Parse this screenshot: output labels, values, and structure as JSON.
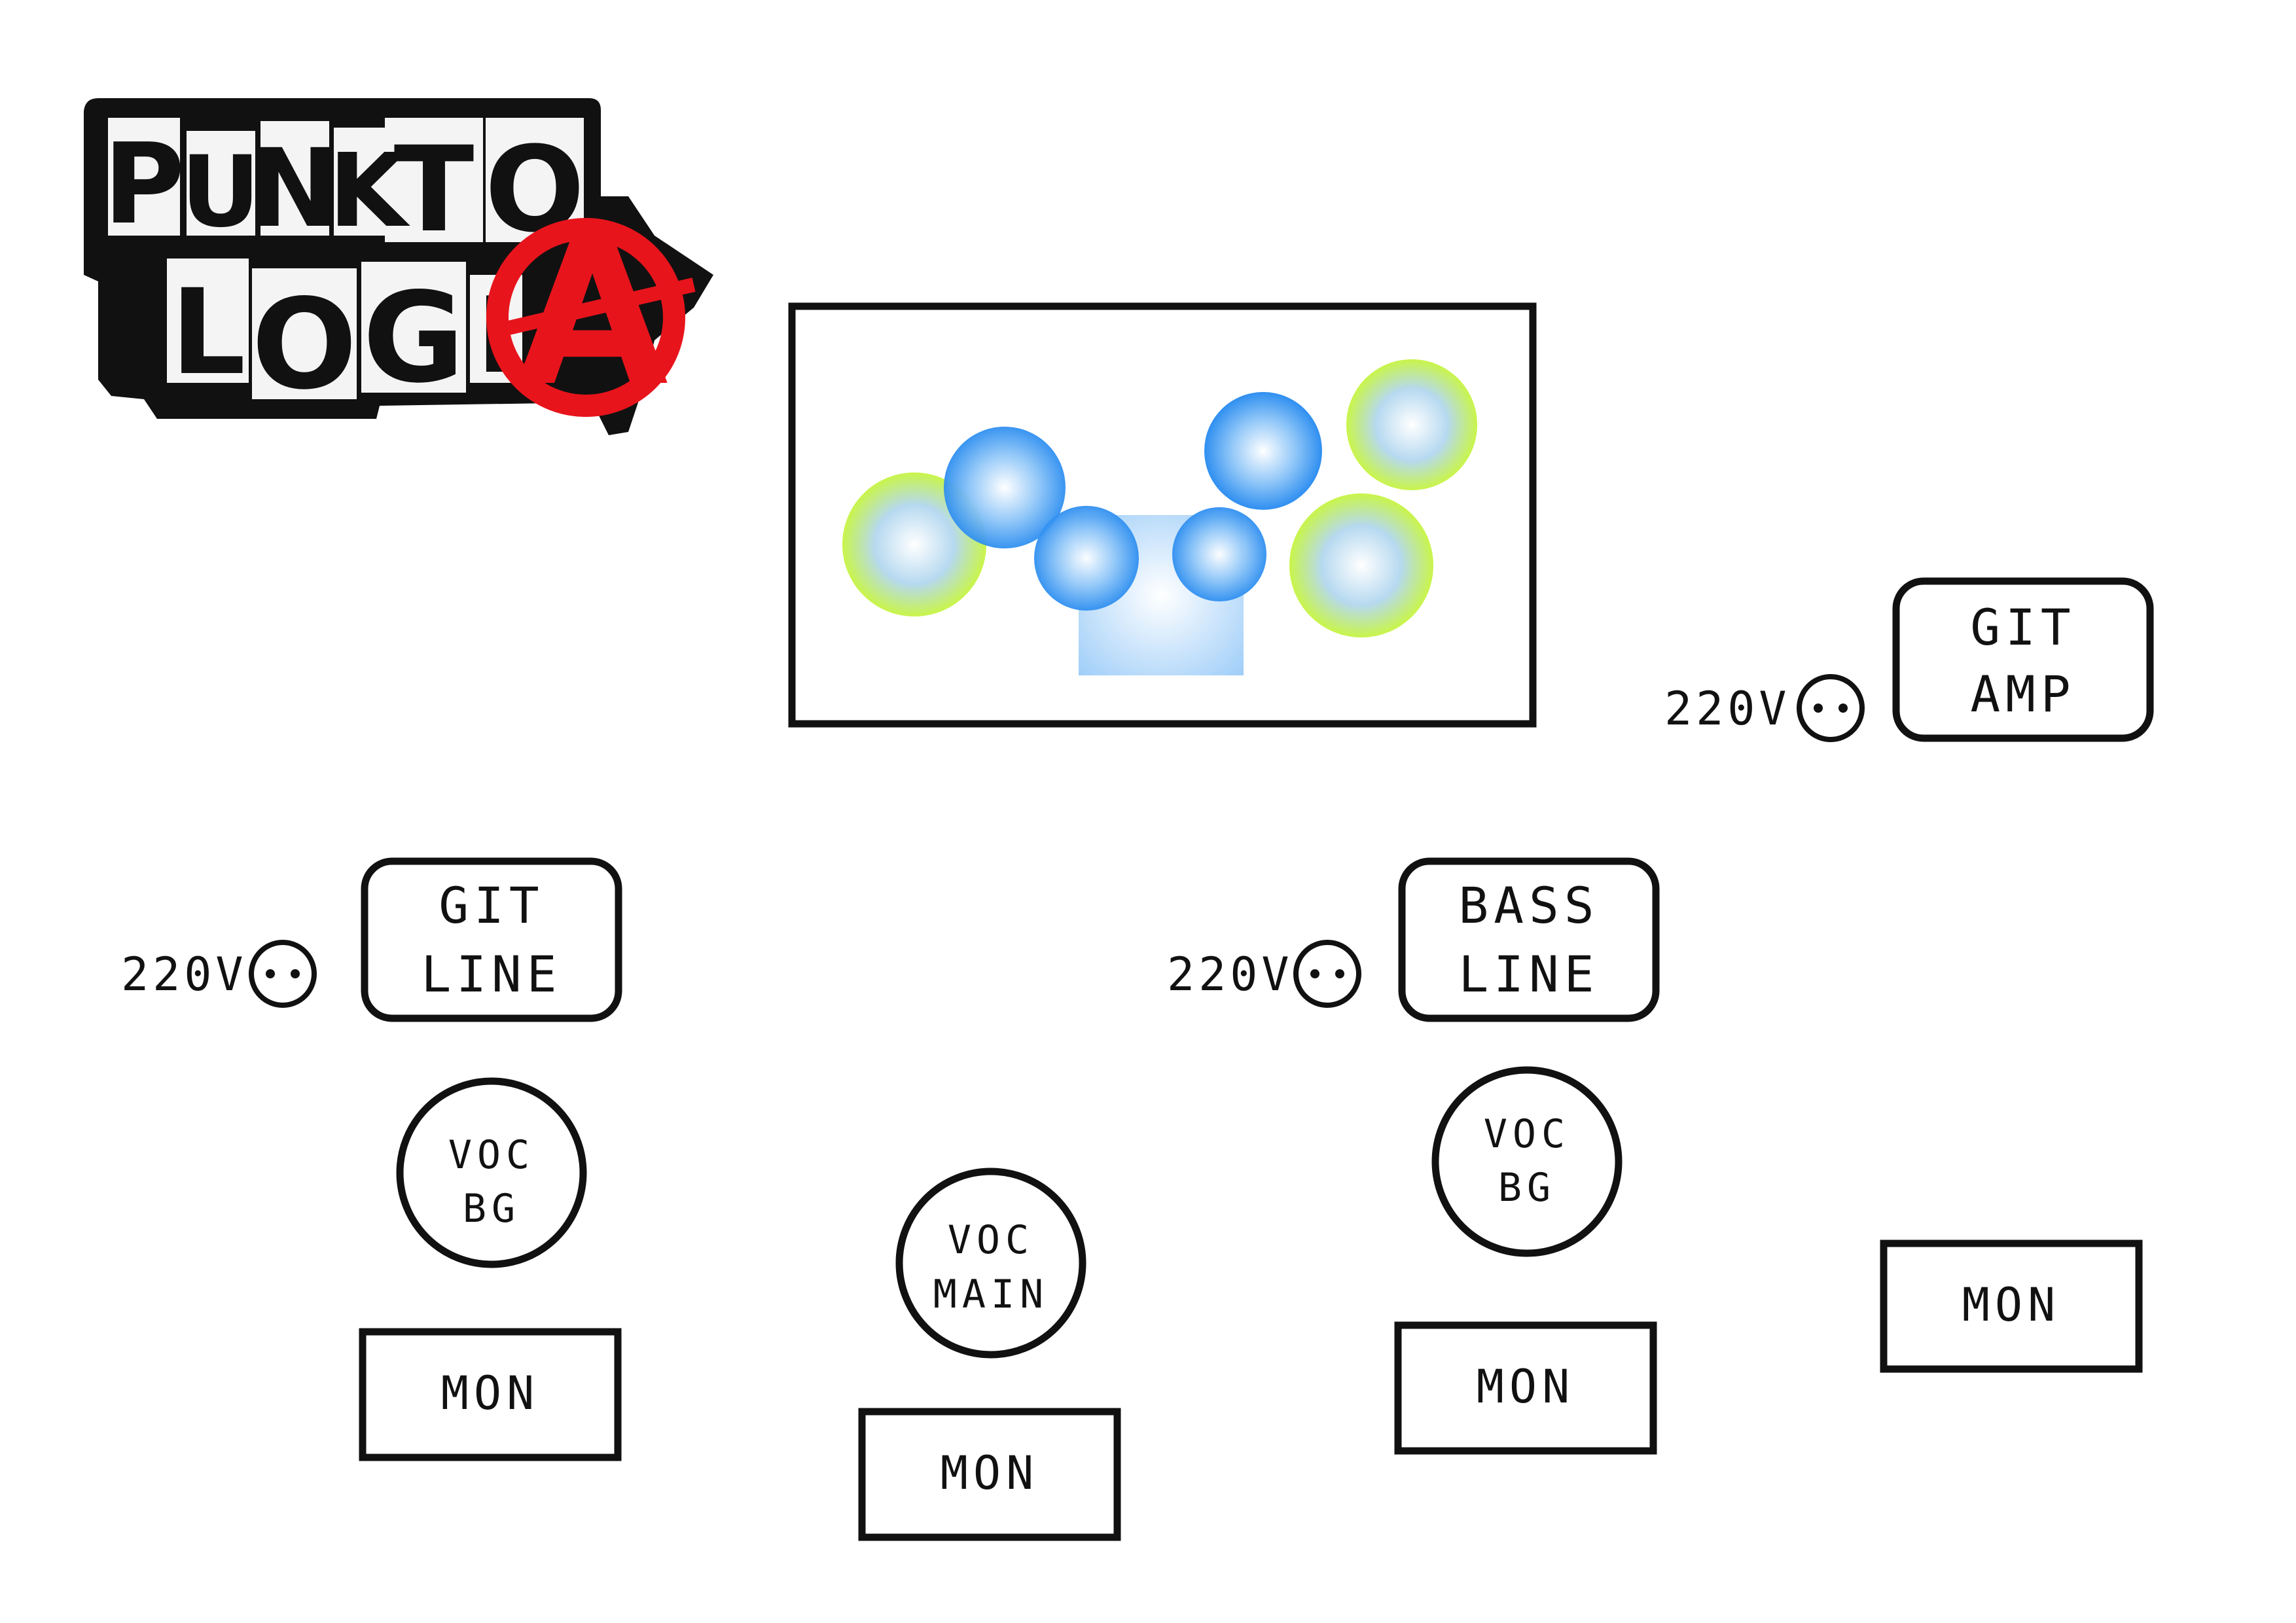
{
  "logo": {
    "line1": [
      "P",
      "U",
      "N",
      "K",
      "T",
      "O"
    ],
    "line2": [
      "L",
      "O",
      "G",
      "I"
    ],
    "anarchy_symbol": "A",
    "colors": {
      "outline": "#111111",
      "tile": "#f4f4f4",
      "ink": "#111111",
      "anarchy": "#e8141c"
    }
  },
  "drum_riser": {
    "colors": {
      "outline": "#111111",
      "drum_blue": "#2f8ff0",
      "cymbal_yellow": "#c9f54a",
      "throne": "#8ec5f7"
    }
  },
  "power": {
    "git_amp": "220V",
    "git_line": "220V",
    "bass_line": "220V",
    "socket_icon": "power-socket-icon"
  },
  "boxes": {
    "git_amp": [
      "GIT",
      "AMP"
    ],
    "git_line": [
      "GIT",
      "LINE"
    ],
    "bass_line": [
      "BASS",
      "LINE"
    ]
  },
  "mics": {
    "voc_bg_left": [
      "VOC",
      "BG"
    ],
    "voc_main": [
      "VOC",
      "MAIN"
    ],
    "voc_bg_right": [
      "VOC",
      "BG"
    ]
  },
  "monitors": {
    "left": "MON",
    "center": "MON",
    "right": "MON",
    "far_right": "MON"
  },
  "colors": {
    "line": "#111111",
    "background": "#ffffff"
  }
}
